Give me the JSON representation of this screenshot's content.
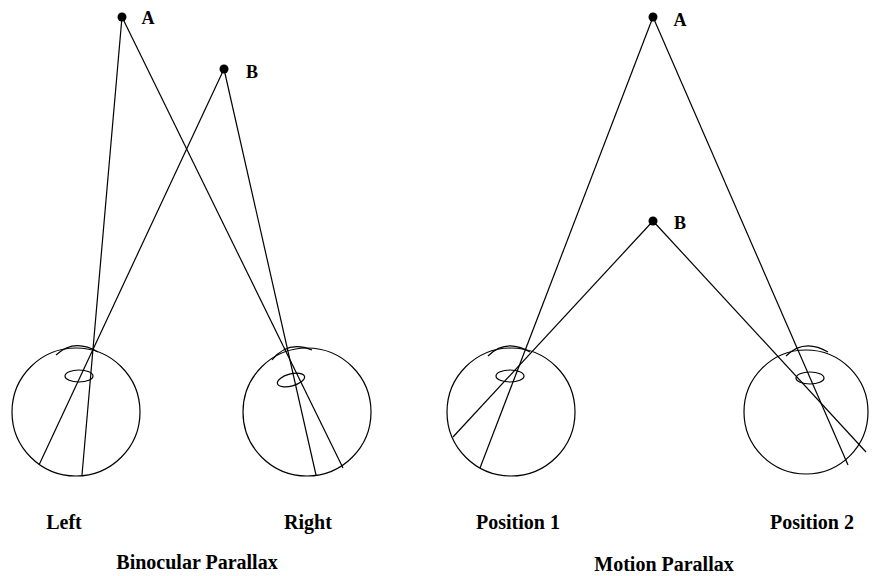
{
  "diagram": {
    "labels": [
      "A",
      "B",
      "Left",
      "Right",
      "Binocular Parallax",
      "A",
      "B",
      "Position 1",
      "Position 2",
      "Motion Parallax"
    ]
  }
}
